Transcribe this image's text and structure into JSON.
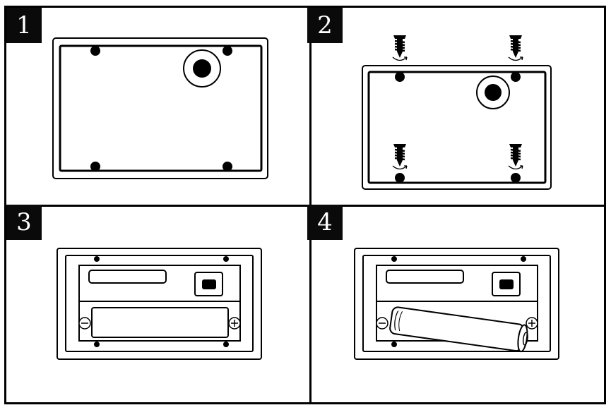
{
  "steps": [
    {
      "number": "1"
    },
    {
      "number": "2"
    },
    {
      "number": "3"
    },
    {
      "number": "4"
    }
  ],
  "icons": {
    "minus": "minus-terminal-icon",
    "plus": "plus-terminal-icon",
    "screw": "screw-icon",
    "rotate": "rotate-arrow-icon"
  },
  "colors": {
    "ink": "#000000",
    "paper": "#ffffff"
  }
}
